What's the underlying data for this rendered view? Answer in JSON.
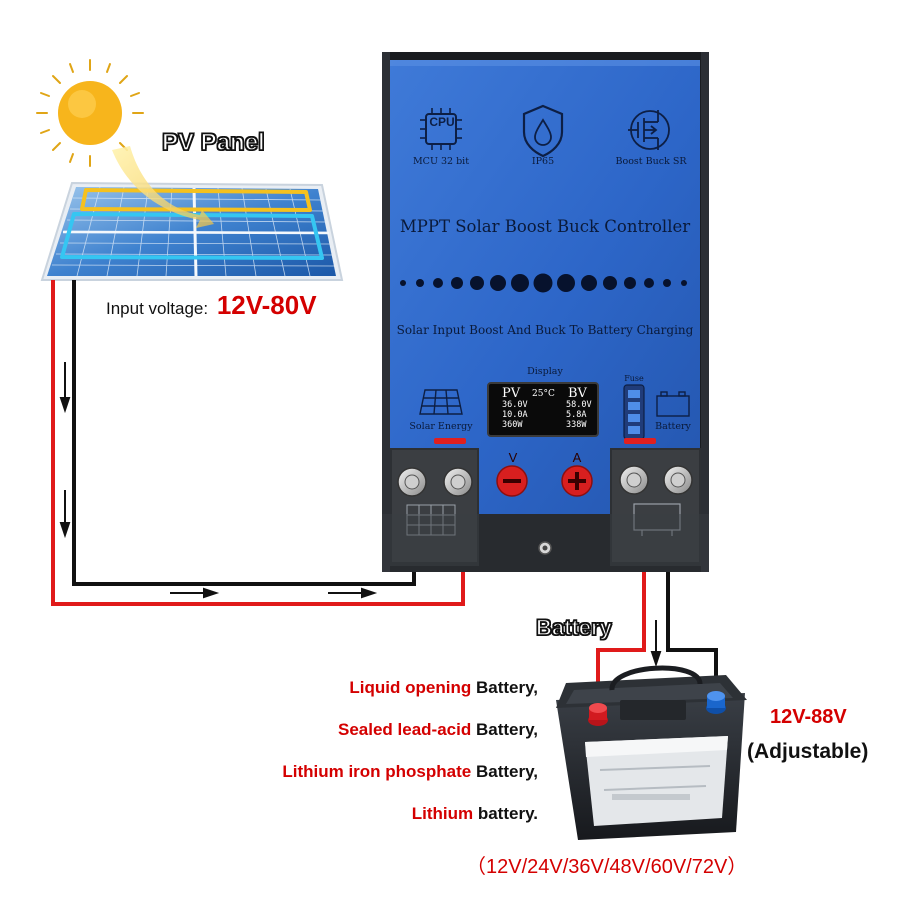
{
  "colors": {
    "wire_positive": "#e01a1a",
    "wire_negative": "#111111",
    "controller_face": "#2d66c8",
    "accent_red": "#d40000",
    "sun": "#f7b51c"
  },
  "labels": {
    "pv_panel": "PV Panel",
    "input_voltage_label": "Input voltage:",
    "input_voltage_value": "12V-80V",
    "battery_callout": "Battery",
    "output_voltage": "12V-88V",
    "output_adjustable": "(Adjustable)",
    "battery_voltages": "（12V/24V/36V/48V/60V/72V）"
  },
  "battery_types": [
    {
      "highlight": "Liquid opening",
      "suffix": " Battery,"
    },
    {
      "highlight": "Sealed lead-acid",
      "suffix": " Battery,"
    },
    {
      "highlight": "Lithium iron phosphate",
      "suffix": " Battery,"
    },
    {
      "highlight": "Lithium",
      "suffix": " battery."
    }
  ],
  "controller": {
    "features": [
      {
        "icon": "cpu-icon",
        "glyph": "CPU",
        "label": "MCU 32 bit"
      },
      {
        "icon": "shield-drop-icon",
        "label": "IP65"
      },
      {
        "icon": "mosfet-icon",
        "label": "Boost Buck SR"
      }
    ],
    "title": "MPPT Solar Boost Buck Controller",
    "subtitle": "Solar Input Boost And Buck To Battery Charging",
    "display_label": "Display",
    "fuse_label": "Fuse",
    "solar_energy_label": "Solar Energy",
    "battery_label": "Battery",
    "button_v_label": "V",
    "button_a_label": "A",
    "display": {
      "pv_header": "PV",
      "temp": "25°C",
      "bv_header": "BV",
      "pv_voltage": "36.0V",
      "pv_current": "10.0A",
      "pv_power": "360W",
      "bv_voltage": "58.0V",
      "bv_current": "5.8A",
      "bv_power": "338W"
    }
  }
}
